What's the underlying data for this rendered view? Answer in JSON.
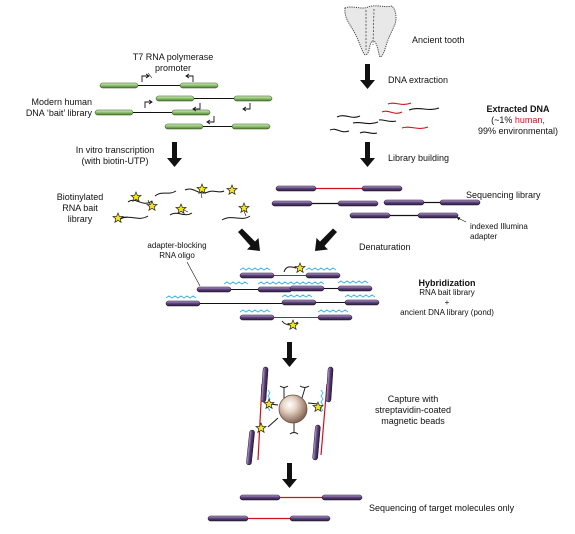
{
  "labels": {
    "ancient_tooth": "Ancient tooth",
    "dna_extraction": "DNA extraction",
    "extracted_dna_title": "Extracted DNA",
    "extracted_dna_pre": "(~1% ",
    "extracted_dna_human": "human,",
    "extracted_dna_line2": "99% environmental)",
    "t7_line1": "T7 RNA polymerase",
    "t7_line2": "promoter",
    "modern_line1": "Modern human",
    "modern_line2": "DNA ‘bait’ library",
    "ivt_line1": "In vitro transcription",
    "ivt_line2": "(with biotin-UTP)",
    "library_building": "Library building",
    "biotin_line1": "Biotinylated",
    "biotin_line2": "RNA bait",
    "biotin_line3": "library",
    "sequencing_library": "Sequencing library",
    "indexed_line1": "indexed Illumina",
    "indexed_line2": "adapter",
    "denaturation": "Denaturation",
    "blocking_line1": "adapter-blocking",
    "blocking_line2": "RNA oligo",
    "hybridization_title": "Hybridization",
    "hyb_line1": "RNA bait library",
    "hyb_line2": "+",
    "hyb_line3": "ancient DNA library (pond)",
    "capture_line1": "Capture with",
    "capture_line2": "streptavidin-coated",
    "capture_line3": "magnetic beads",
    "sequencing_target": "Sequencing of target molecules only"
  },
  "colors": {
    "human_dna": "#d0101a",
    "environmental_dna": "#111111",
    "bait_adapter": "#8cc06a",
    "illumina_adapter": "#5a3f78",
    "rna_bait": "#3db6e6",
    "biotin_star": "#f4e51a",
    "bead": "#c9a991"
  }
}
